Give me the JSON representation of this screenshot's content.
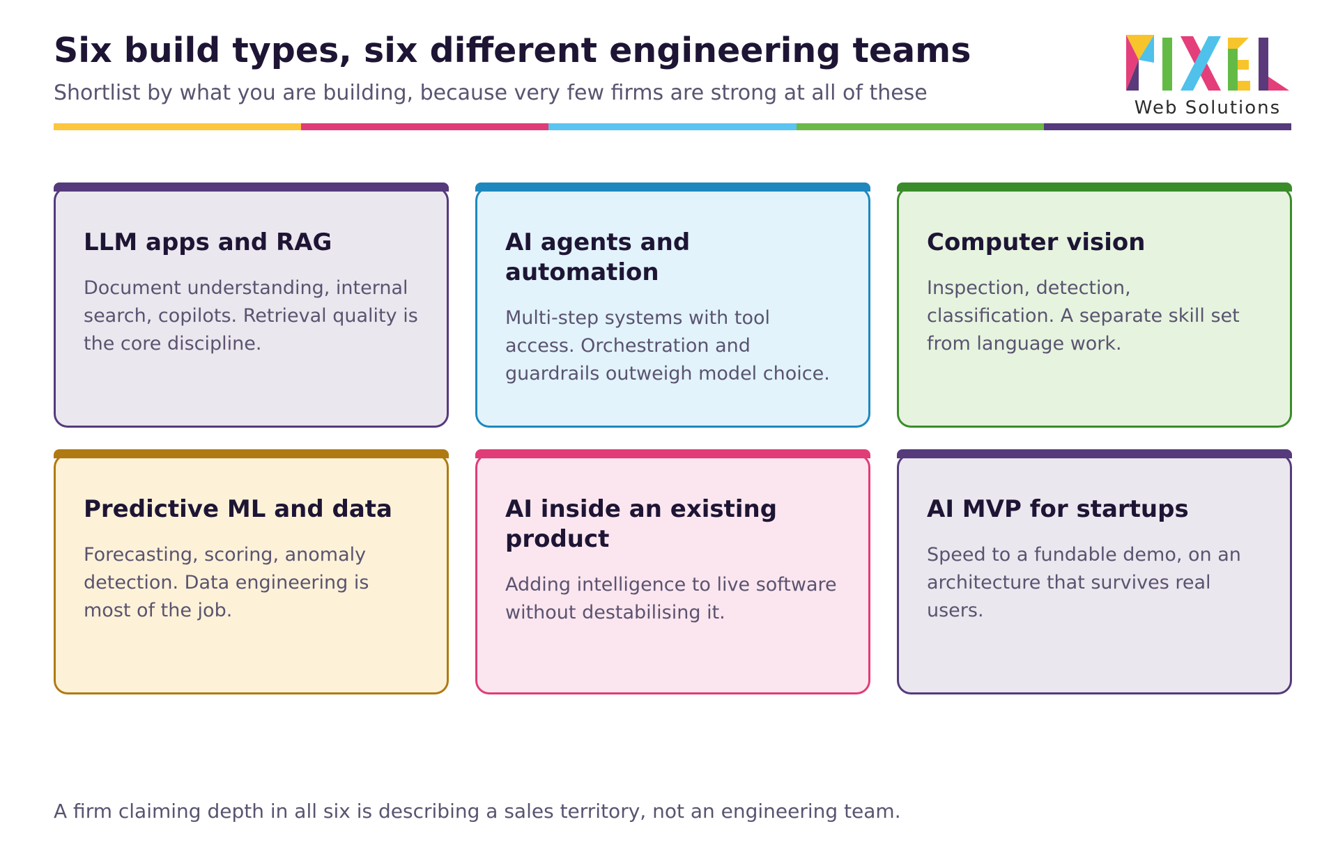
{
  "header": {
    "title": "Six build types, six different engineering teams",
    "subtitle": "Shortlist by what you are building, because very few firms are strong at all of these"
  },
  "logo": {
    "wordmark": "PIXEL",
    "tagline": "Web Solutions",
    "colors": [
      "#f7c52b",
      "#e43f7a",
      "#4fc1ea",
      "#63bb46",
      "#5a3a7a"
    ]
  },
  "stripe_colors": [
    "#fcc73e",
    "#e03c78",
    "#5bc4f0",
    "#6cb94a",
    "#553a7c"
  ],
  "cards": [
    {
      "title": "LLM apps and RAG",
      "body": "Document understanding, internal search, copilots. Retrieval quality is the core discipline.",
      "bg": "#ebe7ee",
      "border": "#553a7c"
    },
    {
      "title": "AI agents and automation",
      "body": "Multi-step systems with tool access. Orchestration and guardrails outweigh model choice.",
      "bg": "#e2f3fb",
      "border": "#1e88be"
    },
    {
      "title": "Computer vision",
      "body": "Inspection, detection, classification. A separate skill set from language work.",
      "bg": "#e6f4df",
      "border": "#3a8c2a"
    },
    {
      "title": "Predictive ML and data",
      "body": "Forecasting, scoring, anomaly detection. Data engineering is most of the job.",
      "bg": "#fdf2d8",
      "border": "#b07a12"
    },
    {
      "title": "AI inside an existing product",
      "body": "Adding intelligence to live software without destabilising it.",
      "bg": "#fbe6ef",
      "border": "#e03c78"
    },
    {
      "title": "AI MVP for startups",
      "body": "Speed to a fundable demo, on an architecture that survives real users.",
      "bg": "#ebe7ee",
      "border": "#553a7c"
    }
  ],
  "footer": {
    "note": "A firm claiming depth in all six is describing a sales territory, not an engineering team."
  }
}
